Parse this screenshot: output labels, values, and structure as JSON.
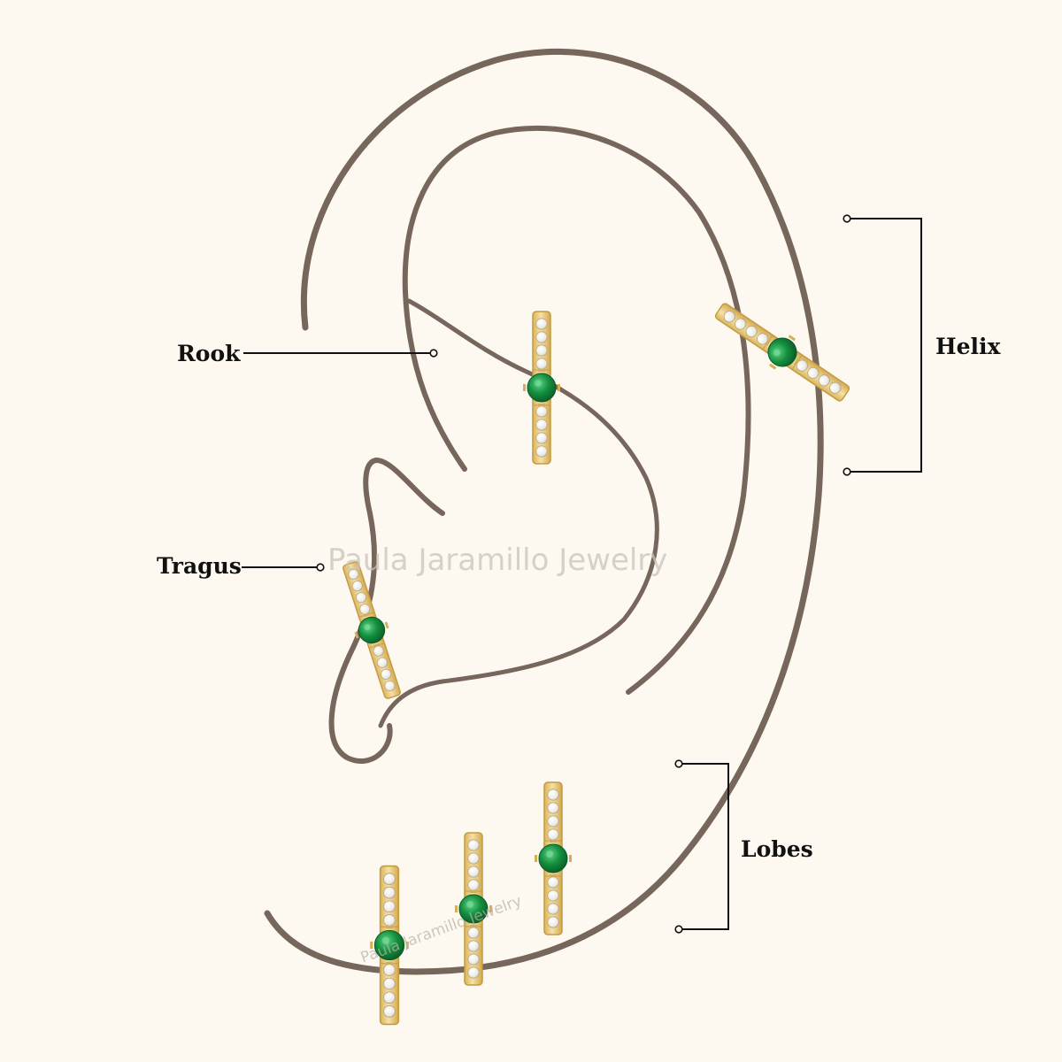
{
  "labels": {
    "rook": "Rook",
    "tragus": "Tragus",
    "helix": "Helix",
    "lobes": "Lobes"
  },
  "watermark": "Paula Jaramillo Jewelry",
  "colors": {
    "background": "#fdf9f0",
    "ear_outline": "#76665b",
    "gold": "#e9c87a",
    "emerald": "#1c9a4a",
    "diamond": "#f4f4f2",
    "label": "#111111"
  }
}
